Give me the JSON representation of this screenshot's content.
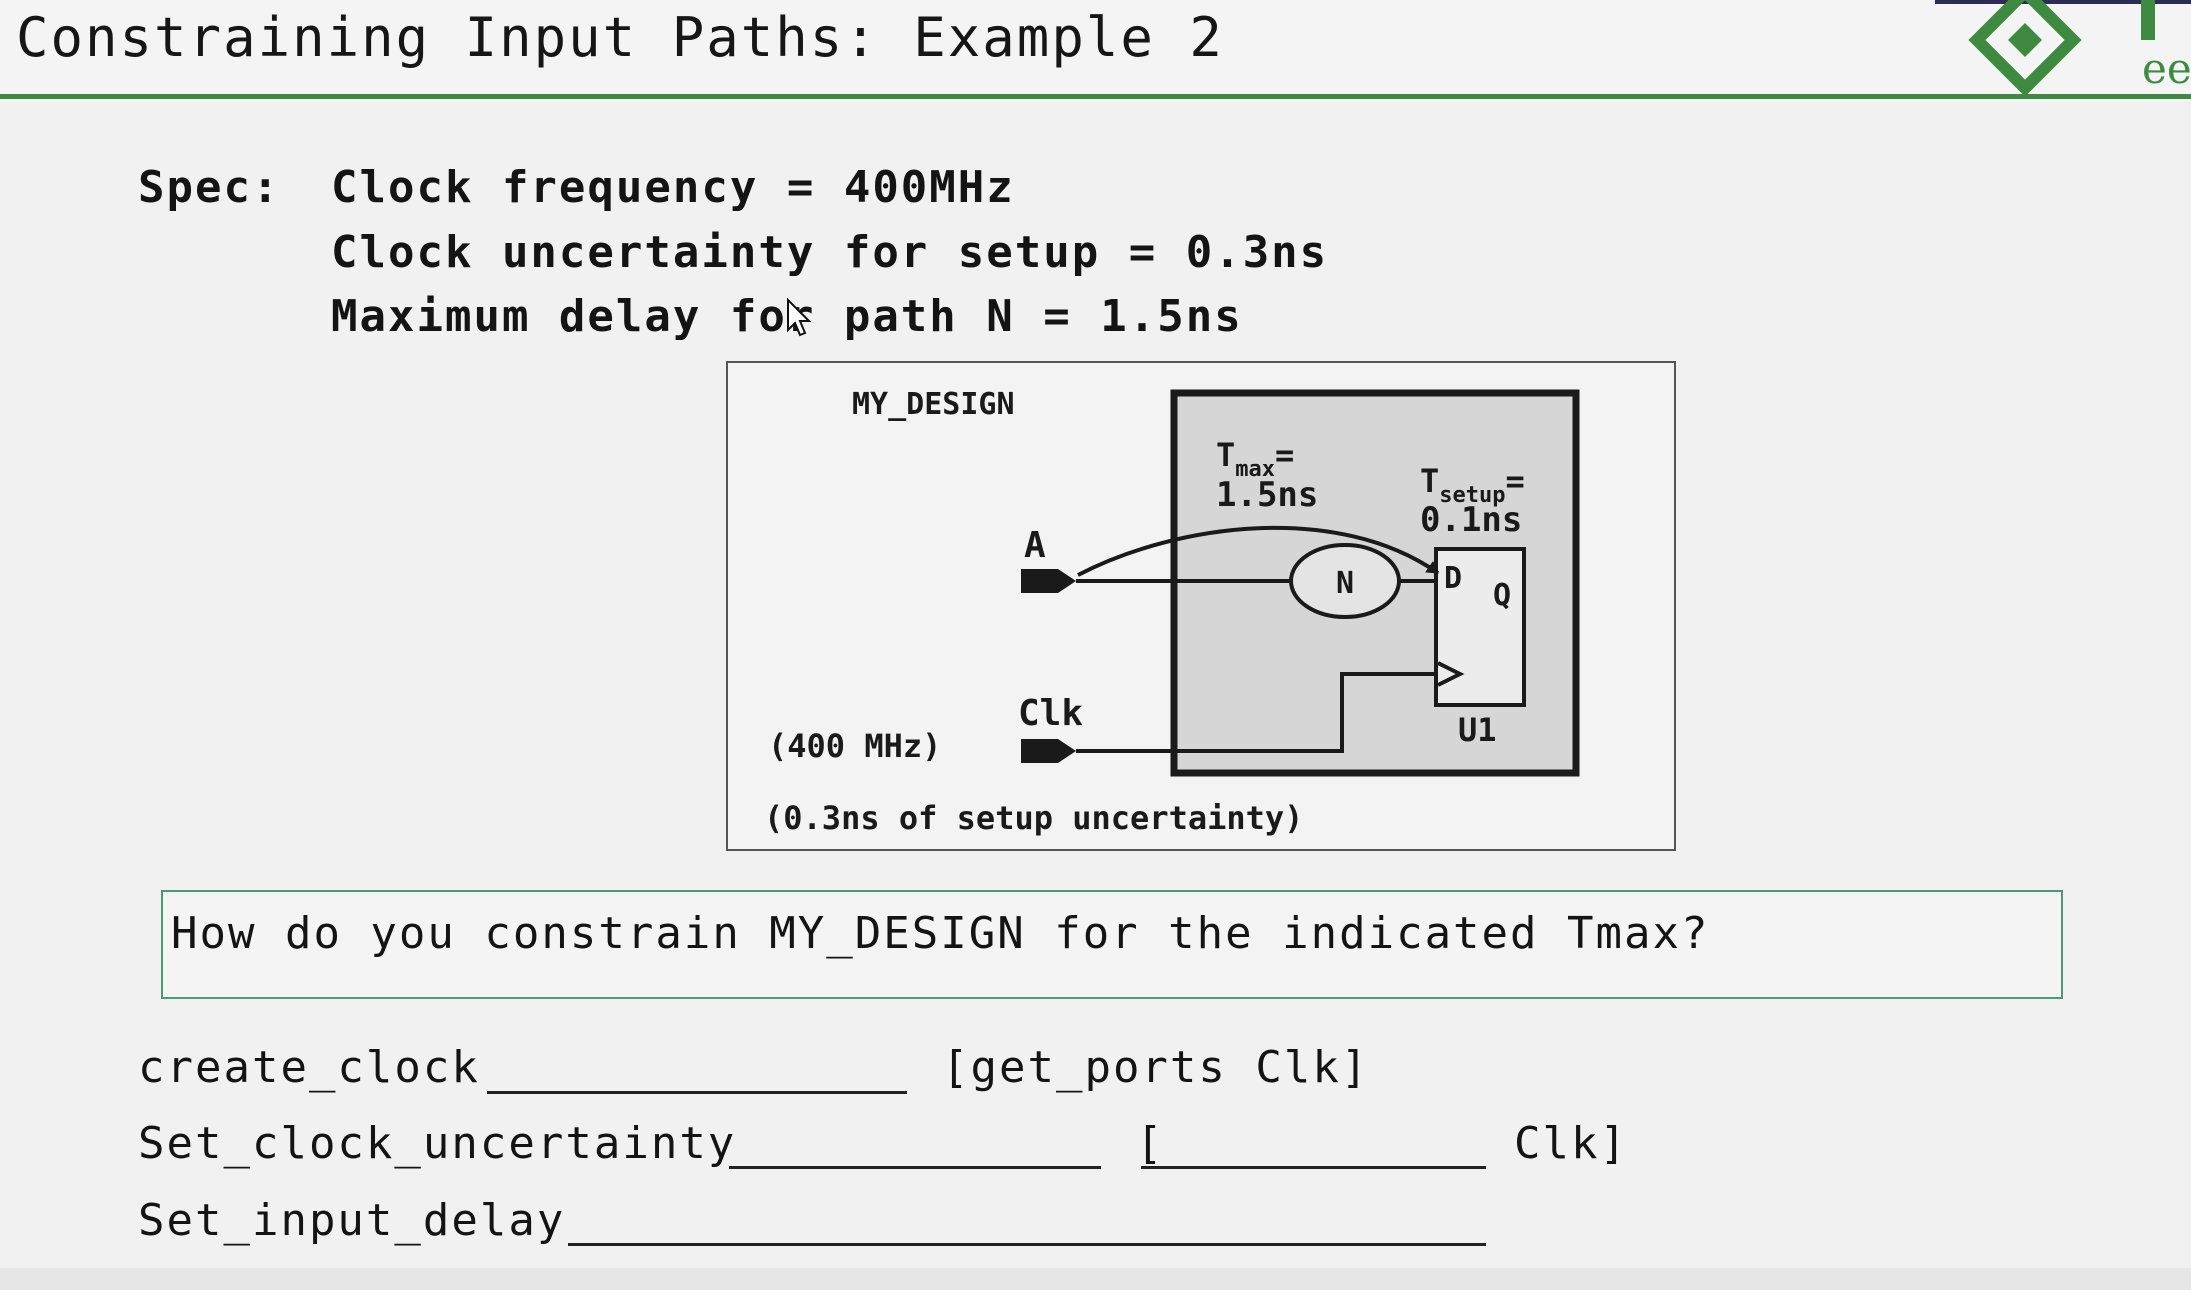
{
  "slide": {
    "title": "Constraining Input Paths: Example 2",
    "logo_text": "ee"
  },
  "spec": {
    "label": "Spec:",
    "lines": [
      "Clock frequency = 400MHz",
      "Clock uncertainty for setup = 0.3ns",
      "Maximum delay for path N = 1.5ns"
    ]
  },
  "diagram": {
    "design_name": "MY_DESIGN",
    "tmax_T": "T",
    "tmax_sub": "max",
    "tmax_eq": "=",
    "tmax_value": "1.5ns",
    "tsetup_T": "T",
    "tsetup_sub": "setup",
    "tsetup_eq": "=",
    "tsetup_value": "0.1ns",
    "port_a": "A",
    "port_clk": "Clk",
    "logic_label": "N",
    "ff_d": "D",
    "ff_q": "Q",
    "ff_name": "U1",
    "clk_freq": "(400 MHz)",
    "setup_uncertainty": "(0.3ns of setup uncertainty)"
  },
  "question": "How do you constrain MY_DESIGN for the indicated Tmax?",
  "commands": {
    "create_clock": "create_clock",
    "create_clock_suffix": "[get_ports Clk]",
    "set_clock_uncertainty": "Set_clock_uncertainty",
    "bracket_open": "[",
    "uncertainty_suffix": "Clk]",
    "set_input_delay": "Set_input_delay"
  },
  "colors": {
    "accent_green": "#3d8a40",
    "question_border": "#4a9a7a",
    "inner_box_fill": "#d6d6d6"
  }
}
